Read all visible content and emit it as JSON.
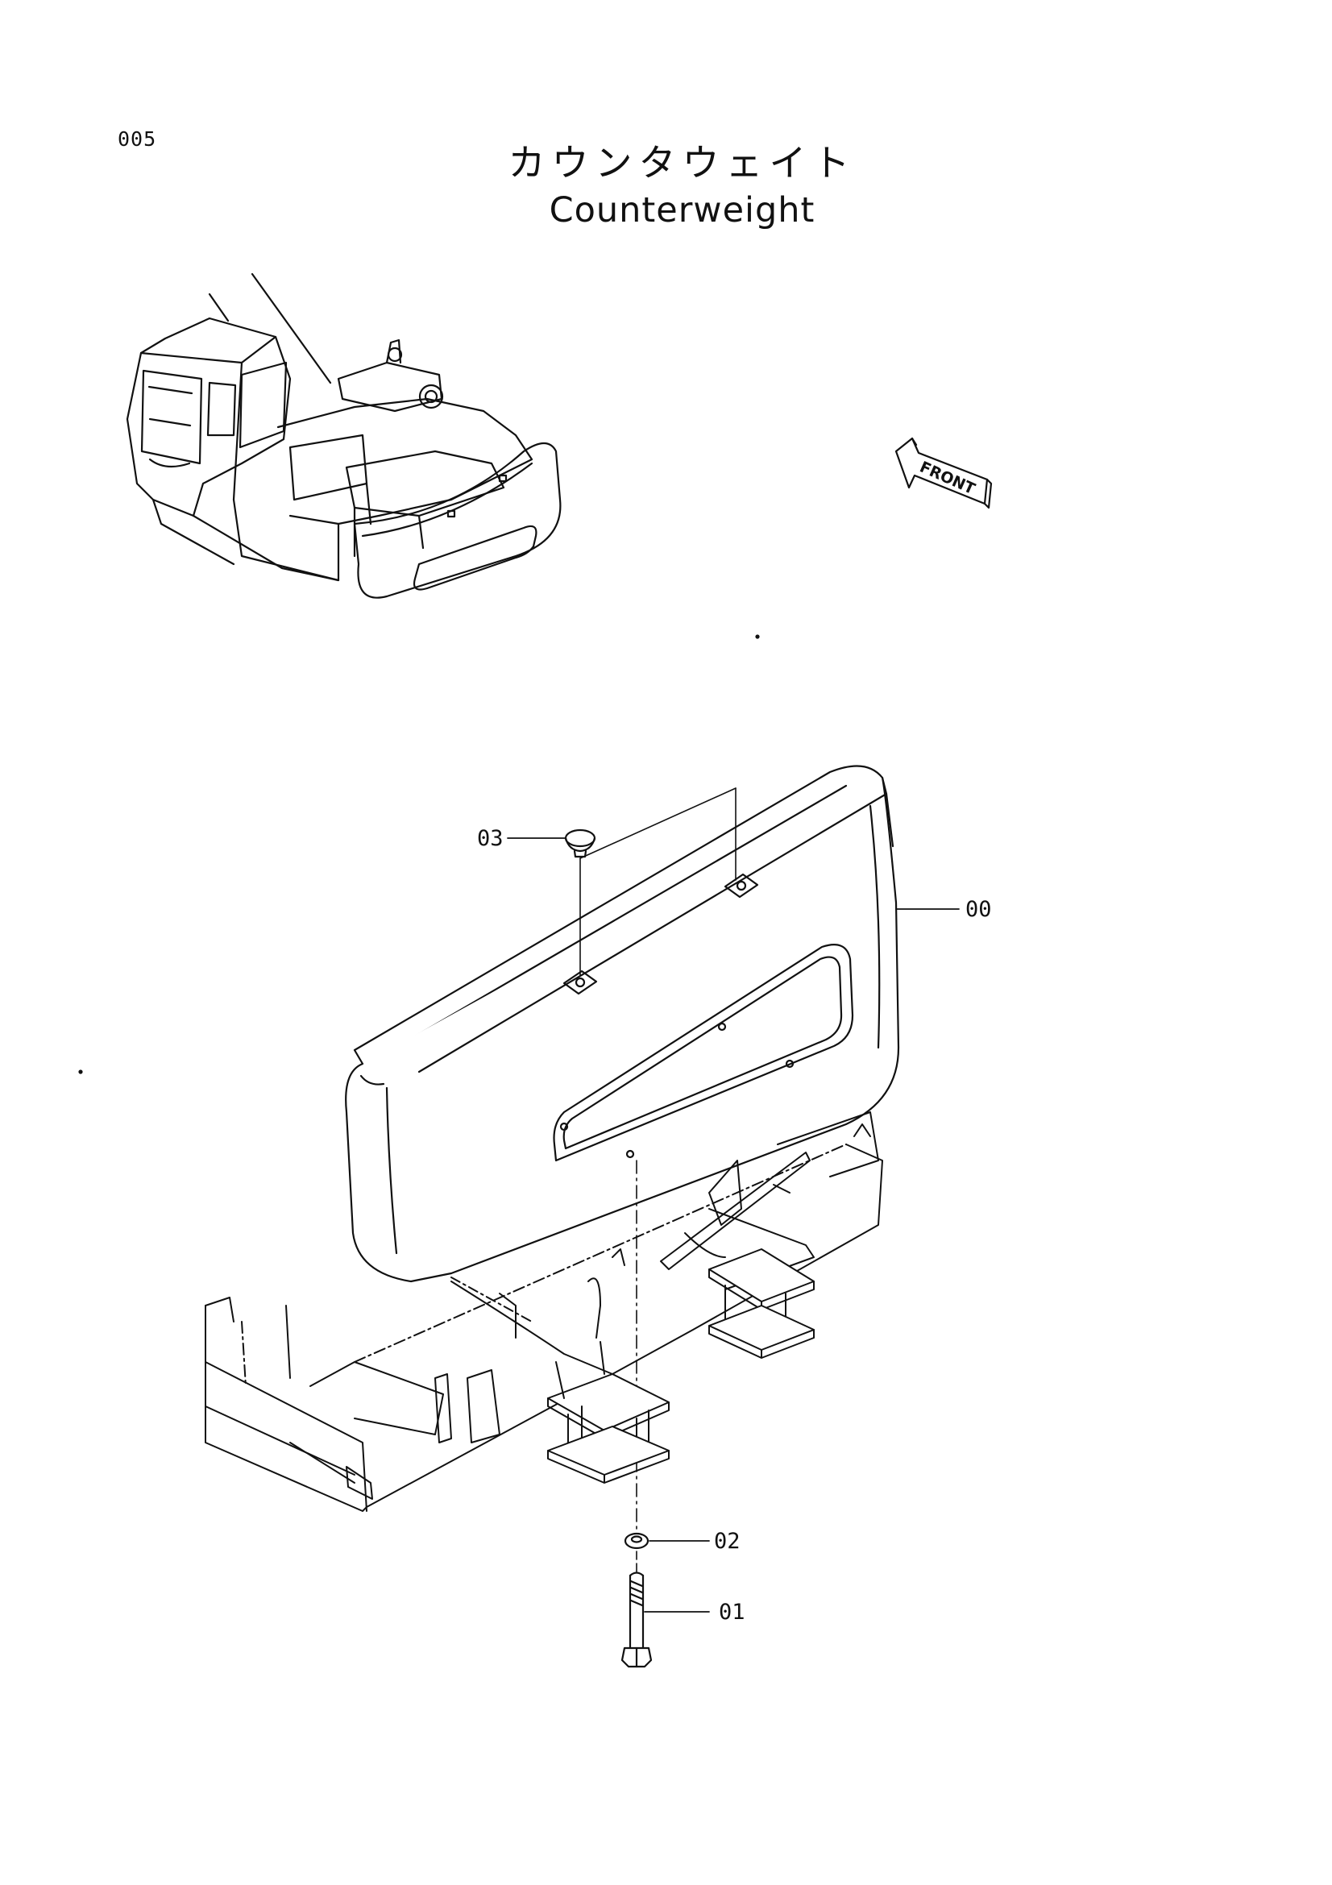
{
  "page_number": "005",
  "title": {
    "japanese": "カウンタウェイト",
    "english": "Counterweight"
  },
  "front_arrow_label": "FRONT",
  "callouts": [
    {
      "id": "part-00",
      "label": "00"
    },
    {
      "id": "part-01",
      "label": "01"
    },
    {
      "id": "part-02",
      "label": "02"
    },
    {
      "id": "part-03",
      "label": "03"
    }
  ]
}
